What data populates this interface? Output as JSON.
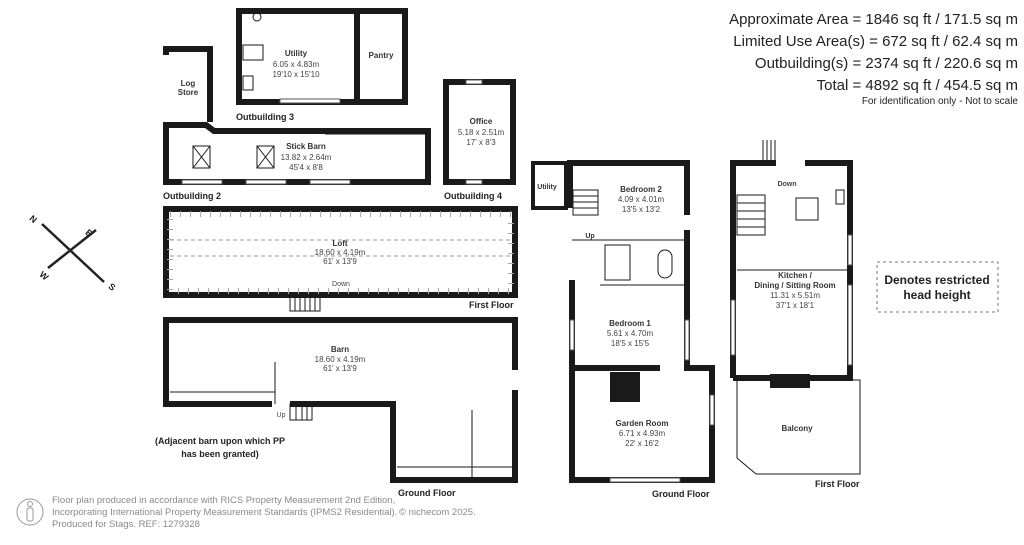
{
  "areas": {
    "approximate": "Approximate Area = 1846 sq ft / 171.5 sq m",
    "limited_use": "Limited Use Area(s) = 672 sq ft / 62.4 sq m",
    "outbuildings": "Outbuilding(s) = 2374 sq ft / 220.6 sq m",
    "total": "Total = 4892 sq ft / 454.5 sq m",
    "note": "For identification only - Not to scale"
  },
  "compass": {
    "n": "N",
    "e": "E",
    "s": "S",
    "w": "W"
  },
  "legend": {
    "line1": "Denotes restricted",
    "line2": "head height"
  },
  "rooms": {
    "utility_out": {
      "name": "Utility",
      "m": "6.05 x 4.83m",
      "ft": "19'10 x 15'10"
    },
    "pantry": {
      "name": "Pantry"
    },
    "log_store": {
      "line1": "Log",
      "line2": "Store"
    },
    "stick_barn": {
      "name": "Stick Barn",
      "m": "13.82 x 2.64m",
      "ft": "45'4 x 8'8"
    },
    "office": {
      "name": "Office",
      "m": "5.18 x 2.51m",
      "ft": "17' x 8'3"
    },
    "loft": {
      "name": "Loft",
      "m": "18.60 x 4.19m",
      "ft": "61' x 13'9",
      "down": "Down"
    },
    "barn": {
      "name": "Barn",
      "m": "18.60 x 4.19m",
      "ft": "61' x 13'9",
      "up": "Up"
    },
    "utility_house": {
      "name": "Utility"
    },
    "bedroom2": {
      "name": "Bedroom 2",
      "m": "4.09 x 4.01m",
      "ft": "13'5 x 13'2"
    },
    "stairs_up": "Up",
    "bedroom1": {
      "name": "Bedroom 1",
      "m": "5.61 x 4.70m",
      "ft": "18'5 x 15'5"
    },
    "garden_room": {
      "name": "Garden Room",
      "m": "6.71 x 4.93m",
      "ft": "22' x 16'2"
    },
    "kitchen": {
      "line1": "Kitchen /",
      "line2": "Dining / Sitting Room",
      "m": "11.31 x 5.51m",
      "ft": "37'1 x 18'1",
      "down": "Down"
    },
    "balcony": {
      "name": "Balcony"
    }
  },
  "labels": {
    "outbuilding3": "Outbuilding 3",
    "outbuilding2": "Outbuilding 2",
    "outbuilding4": "Outbuilding 4",
    "first_floor_barn": "First Floor",
    "ground_floor_barn": "Ground Floor",
    "ground_floor_house": "Ground Floor",
    "first_floor_house": "First Floor",
    "adjacent_line1": "(Adjacent barn upon which PP",
    "adjacent_line2": "has been granted)"
  },
  "footer": {
    "line1": "Floor plan produced in accordance with RICS Property Measurement 2nd Edition,",
    "line2": "Incorporating International Property Measurement Standards (IPMS2 Residential).",
    "line3": "Produced for Stags.   REF: 1279328",
    "copyright": "© nichecom 2025."
  }
}
